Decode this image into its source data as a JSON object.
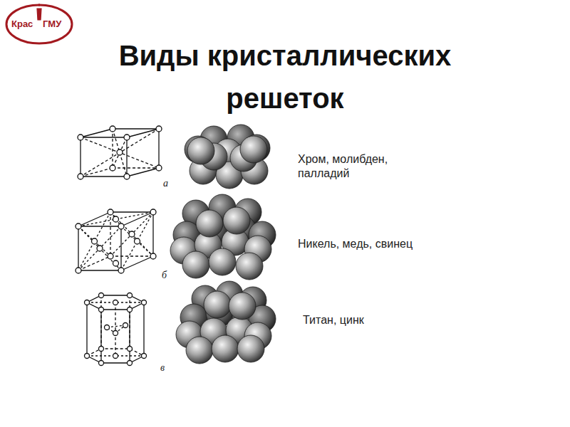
{
  "diagram": {
    "title": "Виды кристаллических решеток",
    "labels": [
      "Крас",
      "ГМУ",
      "а",
      "б",
      "в",
      "Хром, молибден, палладий",
      "Никель, медь, свинец",
      "Титан, цинк"
    ]
  }
}
